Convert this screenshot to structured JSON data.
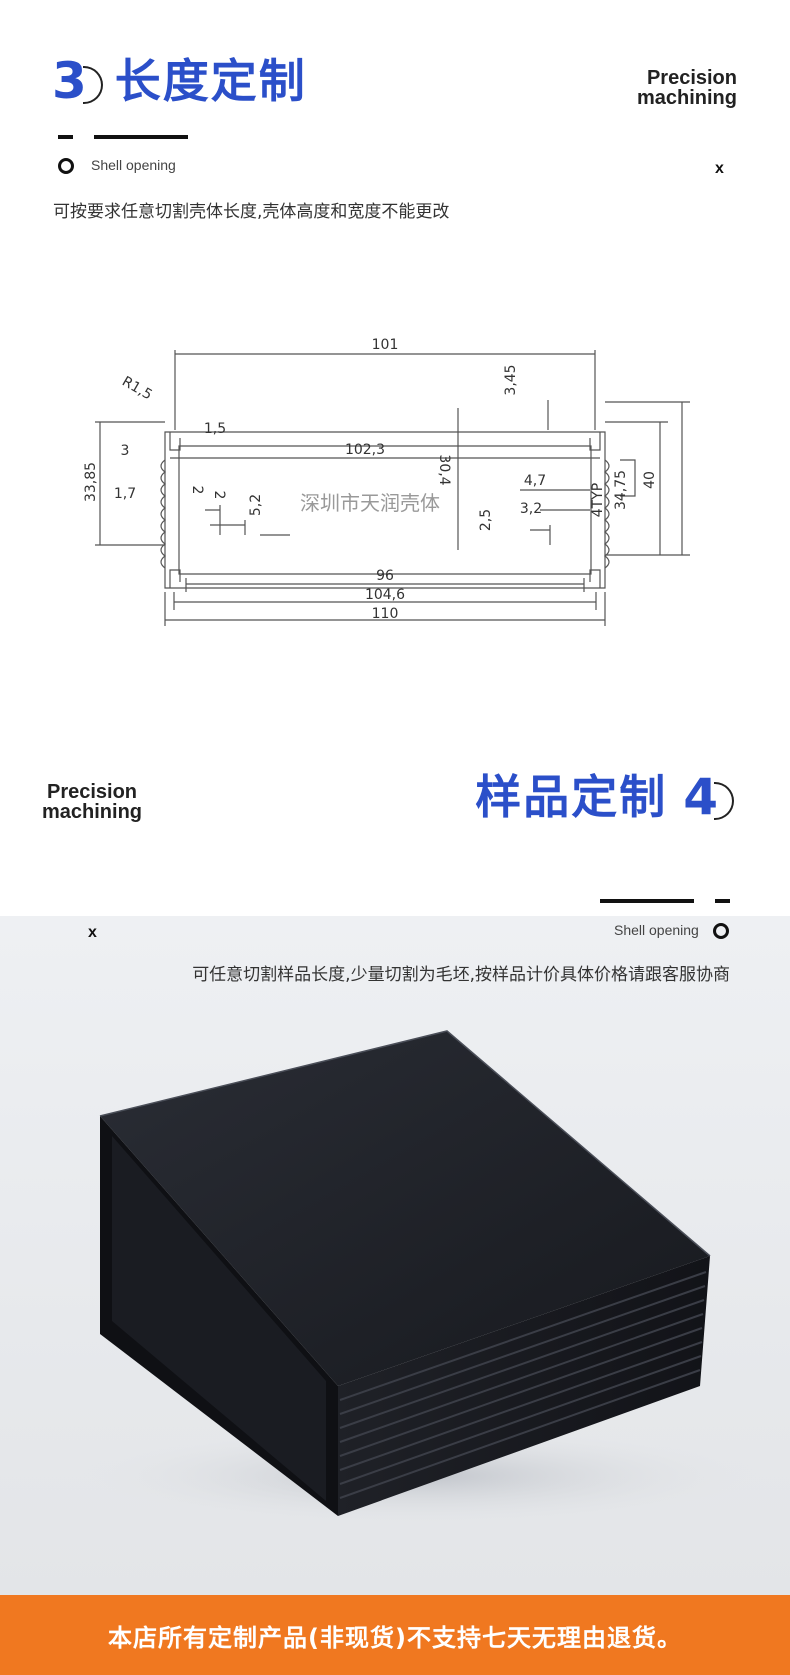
{
  "section3": {
    "number": "3",
    "title": "长度定制",
    "precision_line1": "Precision",
    "precision_line2": "machining",
    "shell_label": "Shell opening",
    "x_mark": "x",
    "description": "可按要求任意切割壳体长度,壳体高度和宽度不能更改"
  },
  "drawing": {
    "watermark": "深圳市天润壳体",
    "dims": {
      "d101": "101",
      "d345": "3,45",
      "r15": "R1,5",
      "d15": "1,5",
      "d3": "3",
      "d1023": "102,3",
      "d3385": "33,85",
      "d17": "1,7",
      "d2a": "2",
      "d2b": "2",
      "d52": "5,2",
      "d304": "30,4",
      "d47": "4,7",
      "d32": "3,2",
      "d25": "2,5",
      "d4typ": "4TYP",
      "d3475": "34,75",
      "d40": "40",
      "d96": "96",
      "d1046": "104,6",
      "d110": "110"
    }
  },
  "section4": {
    "number": "4",
    "title": "样品定制",
    "precision_line1": "Precision",
    "precision_line2": "machining",
    "shell_label": "Shell opening",
    "x_mark": "x",
    "description": "可任意切割样品长度,少量切割为毛坯,按样品计价具体价格请跟客服协商"
  },
  "footer": {
    "text": "本店所有定制产品(非现货)不支持七天无理由退货。"
  },
  "colors": {
    "title_blue": "#2b4fc9",
    "footer_orange": "#f07820",
    "product_black": "#1a1c22"
  }
}
